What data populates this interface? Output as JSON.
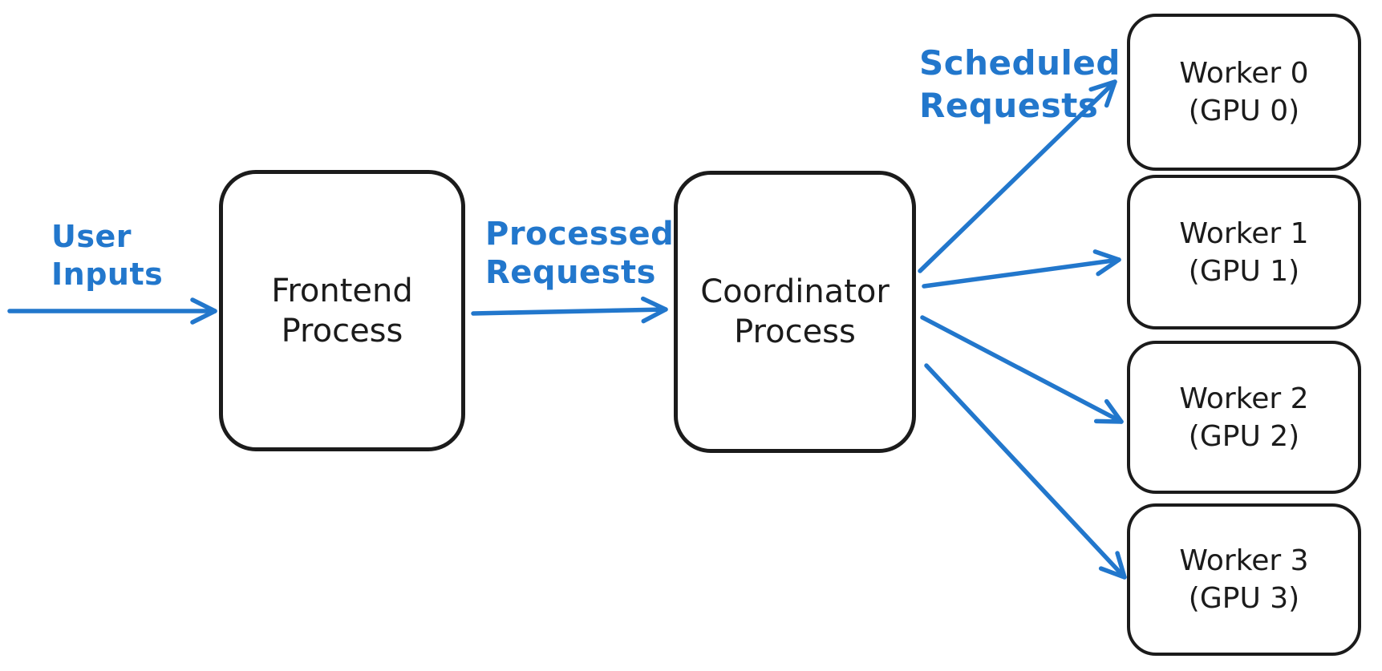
{
  "diagram": {
    "title": "Frontend / Coordinator / Worker process flow",
    "colors": {
      "accent_blue": "#2277cc",
      "stroke_black": "#1b1b1b",
      "background": "#ffffff"
    },
    "nodes": {
      "frontend": {
        "line1": "Frontend",
        "line2": "Process"
      },
      "coordinator": {
        "line1": "Coordinator",
        "line2": "Process"
      },
      "worker0": {
        "line1": "Worker 0",
        "line2": "(GPU 0)"
      },
      "worker1": {
        "line1": "Worker 1",
        "line2": "(GPU 1)"
      },
      "worker2": {
        "line1": "Worker 2",
        "line2": "(GPU 2)"
      },
      "worker3": {
        "line1": "Worker 3",
        "line2": "(GPU 3)"
      }
    },
    "edge_labels": {
      "user_inputs": {
        "line1": "User",
        "line2": "Inputs"
      },
      "processed_requests": {
        "line1": "Processed",
        "line2": "Requests"
      },
      "scheduled_requests": {
        "line1": "Scheduled",
        "line2": "Requests"
      }
    },
    "edges": [
      {
        "from": "external",
        "to": "frontend",
        "label": "User Inputs"
      },
      {
        "from": "frontend",
        "to": "coordinator",
        "label": "Processed Requests"
      },
      {
        "from": "coordinator",
        "to": "worker0",
        "label": "Scheduled Requests"
      },
      {
        "from": "coordinator",
        "to": "worker1",
        "label": "Scheduled Requests"
      },
      {
        "from": "coordinator",
        "to": "worker2",
        "label": "Scheduled Requests"
      },
      {
        "from": "coordinator",
        "to": "worker3",
        "label": "Scheduled Requests"
      }
    ]
  }
}
